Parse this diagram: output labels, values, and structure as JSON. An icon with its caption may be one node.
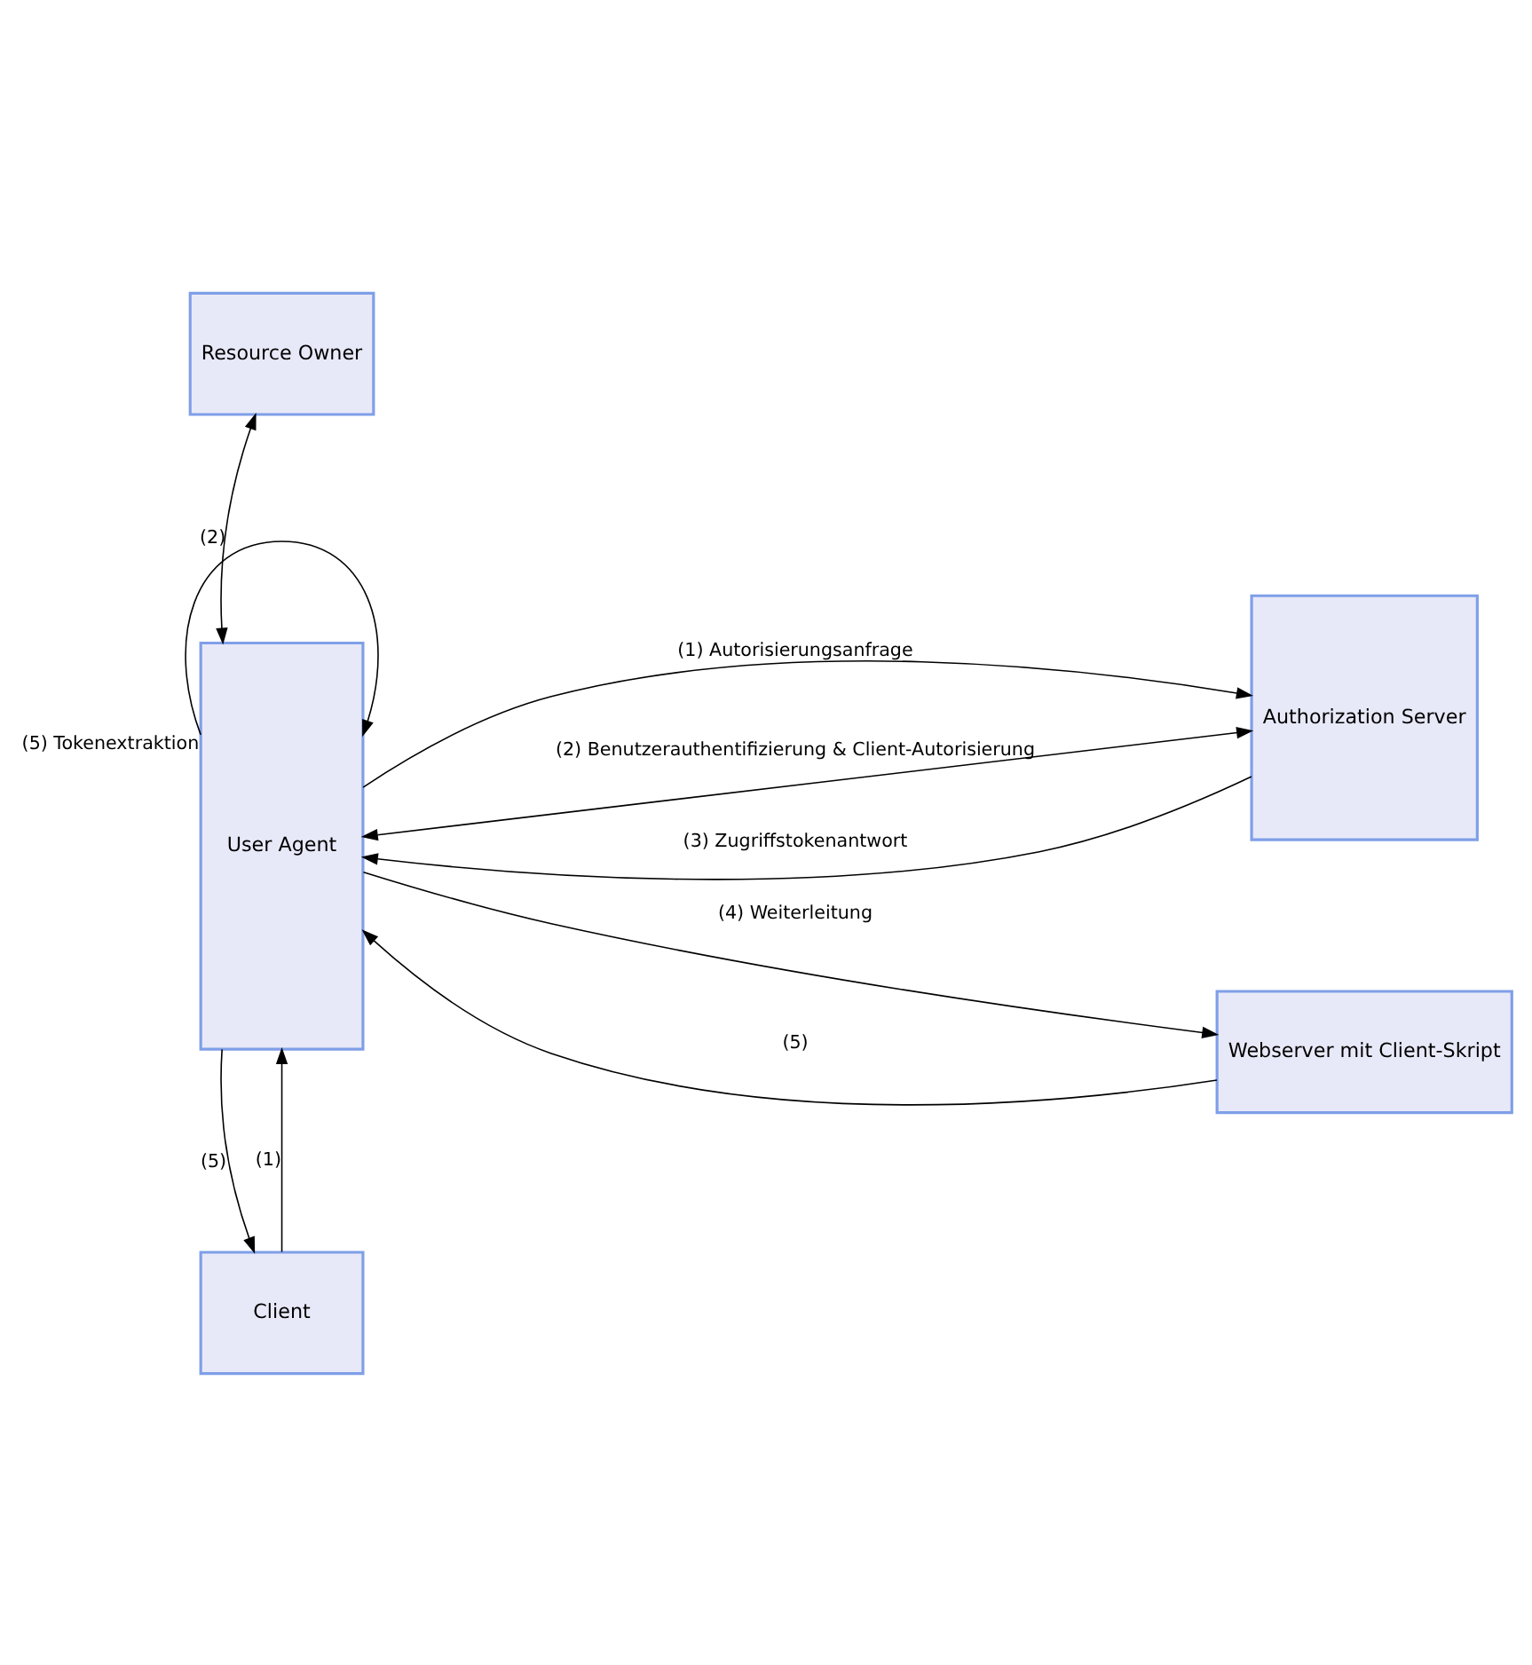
{
  "diagram": {
    "nodes": [
      {
        "text": [
          "Resource Owner"
        ]
      },
      {
        "text": [
          "User Agent"
        ]
      },
      {
        "text": [
          "Authorization Server"
        ]
      },
      {
        "text": [
          "Webserver mit Client-Skript"
        ]
      },
      {
        "text": [
          "Client"
        ]
      }
    ],
    "edges": [
      {
        "from": 0,
        "to": 1,
        "arrow": "both",
        "label": "(2)"
      },
      {
        "from": 1,
        "to": 2,
        "arrow": "to",
        "label": "(1) Autorisierungsanfrage"
      },
      {
        "from": 1,
        "to": 2,
        "arrow": "both",
        "label": "(2) Benutzerauthentifizierung & Client-Autorisierung"
      },
      {
        "from": 2,
        "to": 1,
        "arrow": "to",
        "label": "(3) Zugriffstokenantwort"
      },
      {
        "from": 1,
        "to": 3,
        "arrow": "to",
        "label": "(4) Weiterleitung"
      },
      {
        "from": 3,
        "to": 1,
        "arrow": "to",
        "label": "(5)"
      },
      {
        "from": 1,
        "to": 1,
        "arrow": "to",
        "label": "(5) Tokenextraktion"
      },
      {
        "from": 4,
        "to": 1,
        "arrow": "to",
        "label": "(1)"
      },
      {
        "from": 1,
        "to": 4,
        "arrow": "to",
        "label": "(5)"
      }
    ]
  }
}
